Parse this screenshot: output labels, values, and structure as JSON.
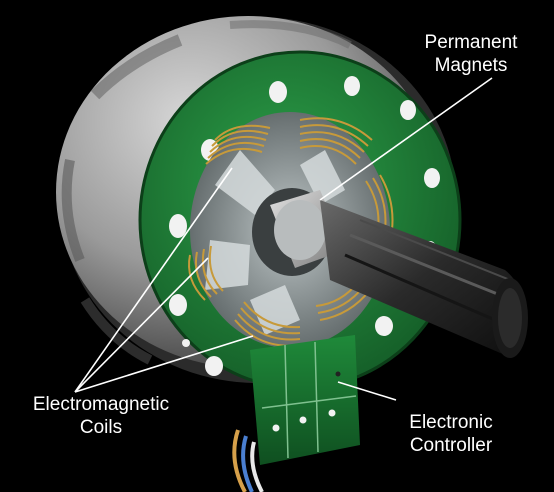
{
  "labels": {
    "permanent_magnets": {
      "line1": "Permanent",
      "line2": "Magnets"
    },
    "electromagnetic_coils": {
      "line1": "Electromagnetic",
      "line2": "Coils"
    },
    "electronic_controller": {
      "line1": "Electronic",
      "line2": "Controller"
    }
  },
  "colors": {
    "background": "#000000",
    "housing": "#9a9a9a",
    "pcb_green": "#1f8a3a",
    "coil_copper": "#c79a3a",
    "shaft": "#3a3a3a",
    "label_text": "#ffffff"
  }
}
